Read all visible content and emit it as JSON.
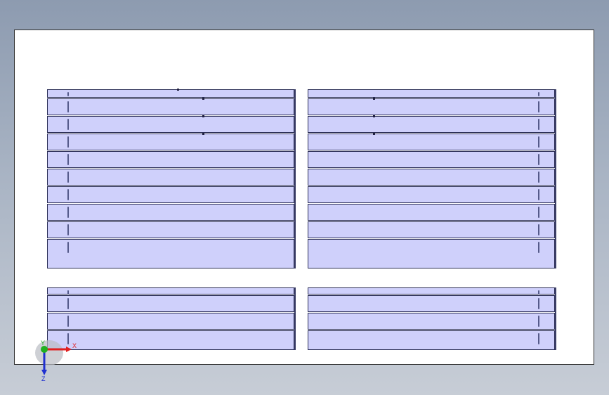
{
  "viewport": {
    "background_top": "#8d9bb0",
    "background_bottom": "#c7cdd6",
    "sheet_color": "#ffffff"
  },
  "model": {
    "face_color": "#cfd0fb",
    "edge_color": "#2a2d55",
    "panels": [
      {
        "name": "panel-top-left",
        "slats": 10
      },
      {
        "name": "panel-top-right",
        "slats": 10
      },
      {
        "name": "panel-bottom-left",
        "slats": 4
      },
      {
        "name": "panel-bottom-right",
        "slats": 4
      }
    ]
  },
  "triad": {
    "x_label": "X",
    "y_label": "Y",
    "z_label": "Z",
    "x_color": "#e02020",
    "y_color": "#20b020",
    "z_color": "#2030d0"
  }
}
